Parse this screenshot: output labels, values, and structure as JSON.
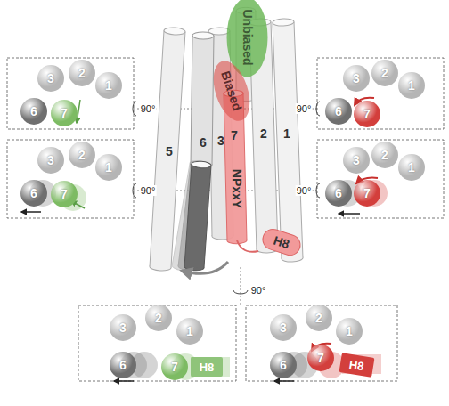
{
  "diagram": {
    "nodes": [
      {
        "text": [
          "Unbiased"
        ]
      },
      {
        "text": [
          "Biased"
        ]
      },
      {
        "text": [
          "H8"
        ]
      },
      {
        "text": [
          "3"
        ]
      },
      {
        "text": [
          "2"
        ]
      },
      {
        "text": [
          "1"
        ]
      },
      {
        "text": [
          "6"
        ]
      },
      {
        "text": [
          "7"
        ]
      },
      {
        "text": [
          "3"
        ]
      },
      {
        "text": [
          "2"
        ]
      },
      {
        "text": [
          "1"
        ]
      },
      {
        "text": [
          "6"
        ]
      },
      {
        "text": [
          "7"
        ]
      },
      {
        "text": [
          "3"
        ]
      },
      {
        "text": [
          "2"
        ]
      },
      {
        "text": [
          "1"
        ]
      },
      {
        "text": [
          "6"
        ]
      },
      {
        "text": [
          "7"
        ]
      },
      {
        "text": [
          "3"
        ]
      },
      {
        "text": [
          "2"
        ]
      },
      {
        "text": [
          "1"
        ]
      },
      {
        "text": [
          "6"
        ]
      },
      {
        "text": [
          "7"
        ]
      },
      {
        "text": [
          "3"
        ]
      },
      {
        "text": [
          "2"
        ]
      },
      {
        "text": [
          "1"
        ]
      },
      {
        "text": [
          "6"
        ]
      },
      {
        "text": [
          "7"
        ]
      },
      {
        "text": [
          "H8"
        ]
      },
      {
        "text": [
          "3"
        ]
      },
      {
        "text": [
          "2"
        ]
      },
      {
        "text": [
          "1"
        ]
      },
      {
        "text": [
          "6"
        ]
      },
      {
        "text": [
          "7"
        ]
      },
      {
        "text": [
          "H8"
        ]
      }
    ],
    "edges": [],
    "labels": [
      "90°",
      "90°",
      "90°",
      "90°",
      "5",
      "6",
      "3",
      "7",
      "2",
      "1",
      "NPxxY",
      "90°"
    ]
  }
}
